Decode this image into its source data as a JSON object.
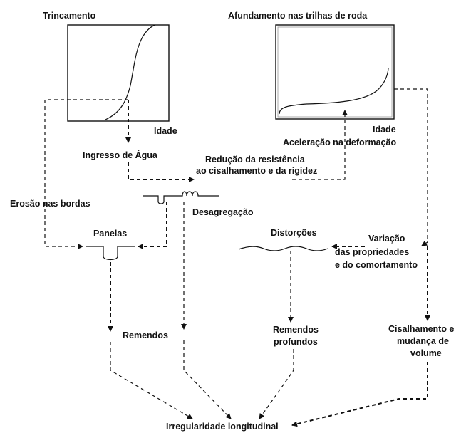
{
  "title_left": "Trincamento",
  "title_right": "Afundamento nas trilhas de roda",
  "axis_left": "Idade",
  "axis_right": "Idade",
  "ingresso": "Ingresso de Água",
  "reducao_1": "Redução da resistência",
  "reducao_2": "ao cisalhamento e da rigidez",
  "aceleracao": "Aceleração na deformação",
  "erosao": "Erosão nas bordas",
  "desagregacao": "Desagregação",
  "panelas": "Panelas",
  "distorcoes": "Distorções",
  "variacao_1": "Variação",
  "variacao_2": "das propriedades",
  "variacao_3": "e do comortamento",
  "remendos": "Remendos",
  "remendos_prof_1": "Remendos",
  "remendos_prof_2": "profundos",
  "cisalhamento_1": "Cisalhamento e",
  "cisalhamento_2": "mudança de",
  "cisalhamento_3": "volume",
  "irregularidade": "Irregularidade longitudinal"
}
